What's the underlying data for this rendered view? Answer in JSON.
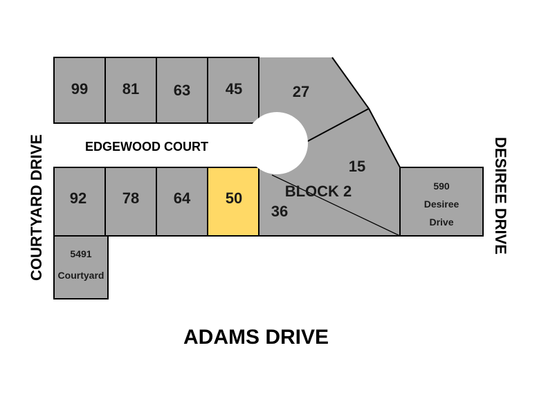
{
  "map": {
    "top_lots": [
      "99",
      "81",
      "63",
      "45"
    ],
    "corner_lots": {
      "north": "27",
      "east": "15",
      "south": "36"
    },
    "bottom_lots": [
      "92",
      "78",
      "64",
      "50"
    ],
    "highlighted_lot": "50",
    "block_label": "BLOCK 2",
    "lot_5491": {
      "line1": "5491",
      "line2": "Courtyard"
    },
    "lot_590": {
      "line1": "590",
      "line2": "Desiree",
      "line3": "Drive"
    },
    "streets": {
      "edgewood": "EDGEWOOD COURT",
      "courtyard": "COURTYARD DRIVE",
      "desiree": "DESIREE DRIVE",
      "adams": "ADAMS DRIVE"
    },
    "colors": {
      "lot": "#a6a6a6",
      "highlight": "#ffd966"
    }
  }
}
